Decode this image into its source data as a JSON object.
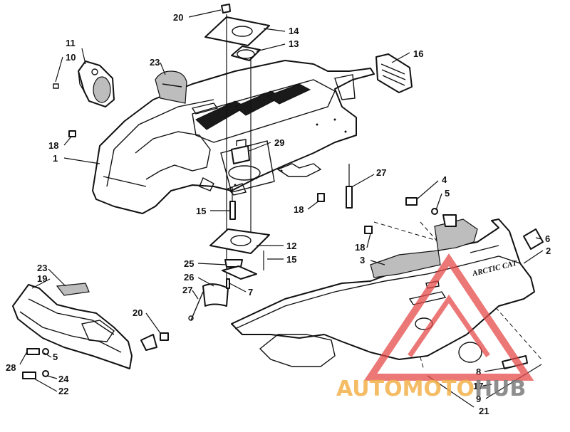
{
  "callouts": [
    {
      "num": "1"
    },
    {
      "num": "2"
    },
    {
      "num": "3"
    },
    {
      "num": "4"
    },
    {
      "num": "5"
    },
    {
      "num": "5"
    },
    {
      "num": "6"
    },
    {
      "num": "7"
    },
    {
      "num": "8"
    },
    {
      "num": "9"
    },
    {
      "num": "10"
    },
    {
      "num": "11"
    },
    {
      "num": "12"
    },
    {
      "num": "13"
    },
    {
      "num": "14"
    },
    {
      "num": "15"
    },
    {
      "num": "15"
    },
    {
      "num": "16"
    },
    {
      "num": "17"
    },
    {
      "num": "18"
    },
    {
      "num": "18"
    },
    {
      "num": "18"
    },
    {
      "num": "19"
    },
    {
      "num": "20"
    },
    {
      "num": "20"
    },
    {
      "num": "21"
    },
    {
      "num": "22"
    },
    {
      "num": "23"
    },
    {
      "num": "23"
    },
    {
      "num": "24"
    },
    {
      "num": "25"
    },
    {
      "num": "26"
    },
    {
      "num": "27"
    },
    {
      "num": "27"
    },
    {
      "num": "28"
    },
    {
      "num": "29"
    }
  ],
  "hood_decal": "ARCTIC CAT",
  "watermark": {
    "part1": "AUTO",
    "part2": "MOTO",
    "part3": "HUB",
    "color_orange": "#f2b04a",
    "color_red": "#e64a4a",
    "color_gray": "#7a7a7a"
  }
}
